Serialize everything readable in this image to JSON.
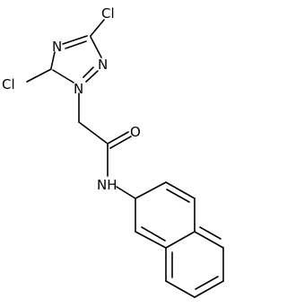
{
  "molecule": {
    "atoms": {
      "cl_top": "Cl",
      "cl_left": "Cl",
      "n_ring_top": "N",
      "n_ring_right": "N",
      "n_ring_bottom": "N",
      "o_carbonyl": "O",
      "nh_amide": "NH"
    }
  },
  "colors": {
    "bond": "#000000",
    "label": "#000000",
    "background": "#ffffff"
  }
}
